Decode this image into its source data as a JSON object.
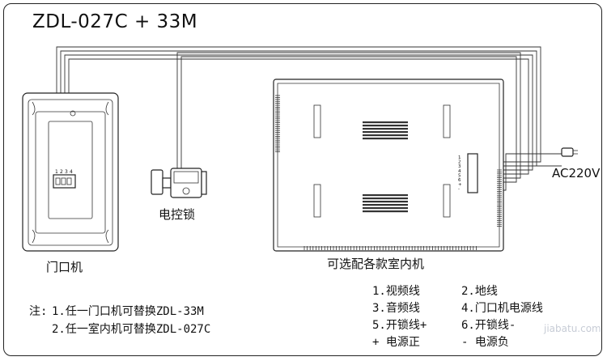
{
  "title": "ZDL-027C + 33M",
  "devices": {
    "door_unit": "门口机",
    "lock": "电控锁",
    "indoor_unit": "可选配各款室内机",
    "power": "AC220V"
  },
  "terminal_numbers": [
    "1",
    "2",
    "3",
    "4"
  ],
  "indoor_terminal_labels": [
    "1",
    "2",
    "3",
    "4",
    "5",
    "6",
    "+",
    "-"
  ],
  "notes": {
    "prefix": "注:",
    "line1": "1.任一门口机可替换ZDL-33M",
    "line2": "2.任一室内机可替换ZDL-027C"
  },
  "legend": [
    {
      "left": "1.视频线",
      "right": "2.地线"
    },
    {
      "left": "3.音频线",
      "right": "4.门口机电源线"
    },
    {
      "left": "5.开锁线+",
      "right": "6.开锁线-"
    },
    {
      "left": "+ 电源正",
      "right": "- 电源负"
    }
  ],
  "watermark": "jiabatu.com"
}
